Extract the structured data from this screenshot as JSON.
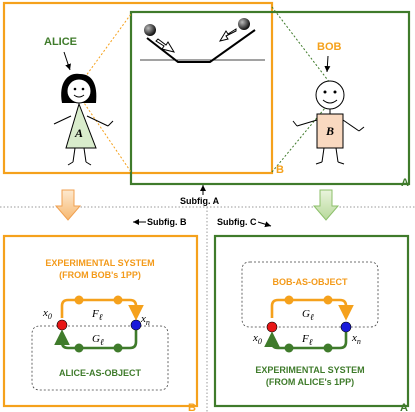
{
  "subfigA": {
    "alice_label": "ALICE",
    "bob_label": "BOB",
    "alice_letter": "A",
    "bob_letter": "B",
    "frame_B_letter": "B",
    "frame_A_letter": "A",
    "caption": "Subfig. A"
  },
  "subfigB": {
    "caption": "Subfig. B",
    "title_line1": "EXPERIMENTAL SYSTEM",
    "title_line2": "(FROM BOB's 1PP)",
    "object_label": "ALICE-AS-OBJECT",
    "x0": "x",
    "x0_sub": "0",
    "xn": "x",
    "xn_sub": "n",
    "F": "F",
    "G": "G",
    "ell": "ℓ",
    "frame_letter": "B"
  },
  "subfigC": {
    "caption": "Subfig. C",
    "object_label": "BOB-AS-OBJECT",
    "title_line1": "EXPERIMENTAL SYSTEM",
    "title_line2": "(FROM ALICE's 1PP)",
    "x0": "x",
    "x0_sub": "0",
    "xn": "x",
    "xn_sub": "n",
    "F": "F",
    "G": "G",
    "ell": "ℓ",
    "frame_letter": "A"
  },
  "colors": {
    "orange": "#f5a11c",
    "green": "#3f7b2b",
    "alice_dress": "#d9eccc",
    "bob_shirt": "#f9d9c0",
    "red_node": "#e81717",
    "blue_node": "#1a1adb",
    "text_orange": "#f39a1a"
  }
}
